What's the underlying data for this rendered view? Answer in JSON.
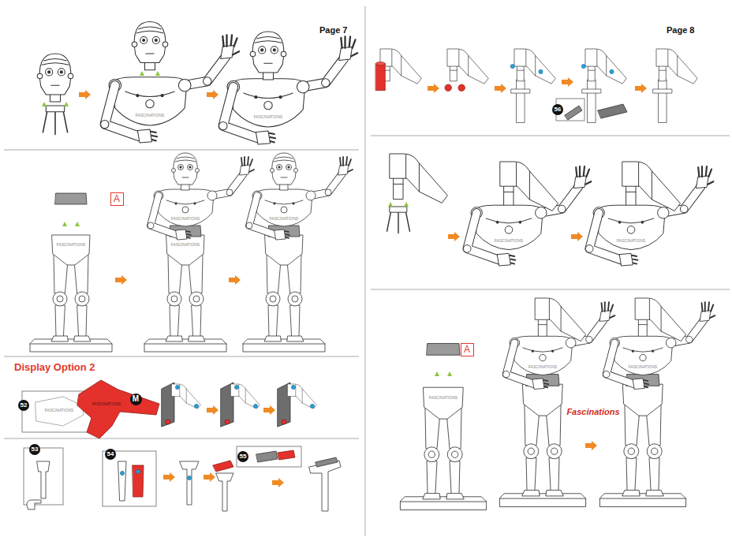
{
  "diagram": {
    "nodes": [
      {
        "text": [
          "A"
        ]
      },
      {
        "text": [
          "52"
        ]
      },
      {
        "text": [
          "M"
        ]
      },
      {
        "text": [
          "53"
        ]
      },
      {
        "text": [
          "54"
        ]
      },
      {
        "text": [
          "55"
        ]
      },
      {
        "text": [
          "56"
        ]
      },
      {
        "text": [
          "A"
        ]
      }
    ],
    "labels": [
      "Page 7",
      "Page 8",
      "Display Option 2",
      "Fascinations",
      "FASCINATIONS",
      "FASCINATIONS",
      "FASCINATIONS",
      "FASCINATIONS",
      "FASCINATIONS",
      "FASCINATIONS",
      "FASCINATIONS",
      "FASCINATIONS",
      "FASCINATIONS",
      "FASCINATIONS",
      "FASCINATIONS",
      "FASCINATIONS",
      "FASCINATIONS"
    ]
  }
}
